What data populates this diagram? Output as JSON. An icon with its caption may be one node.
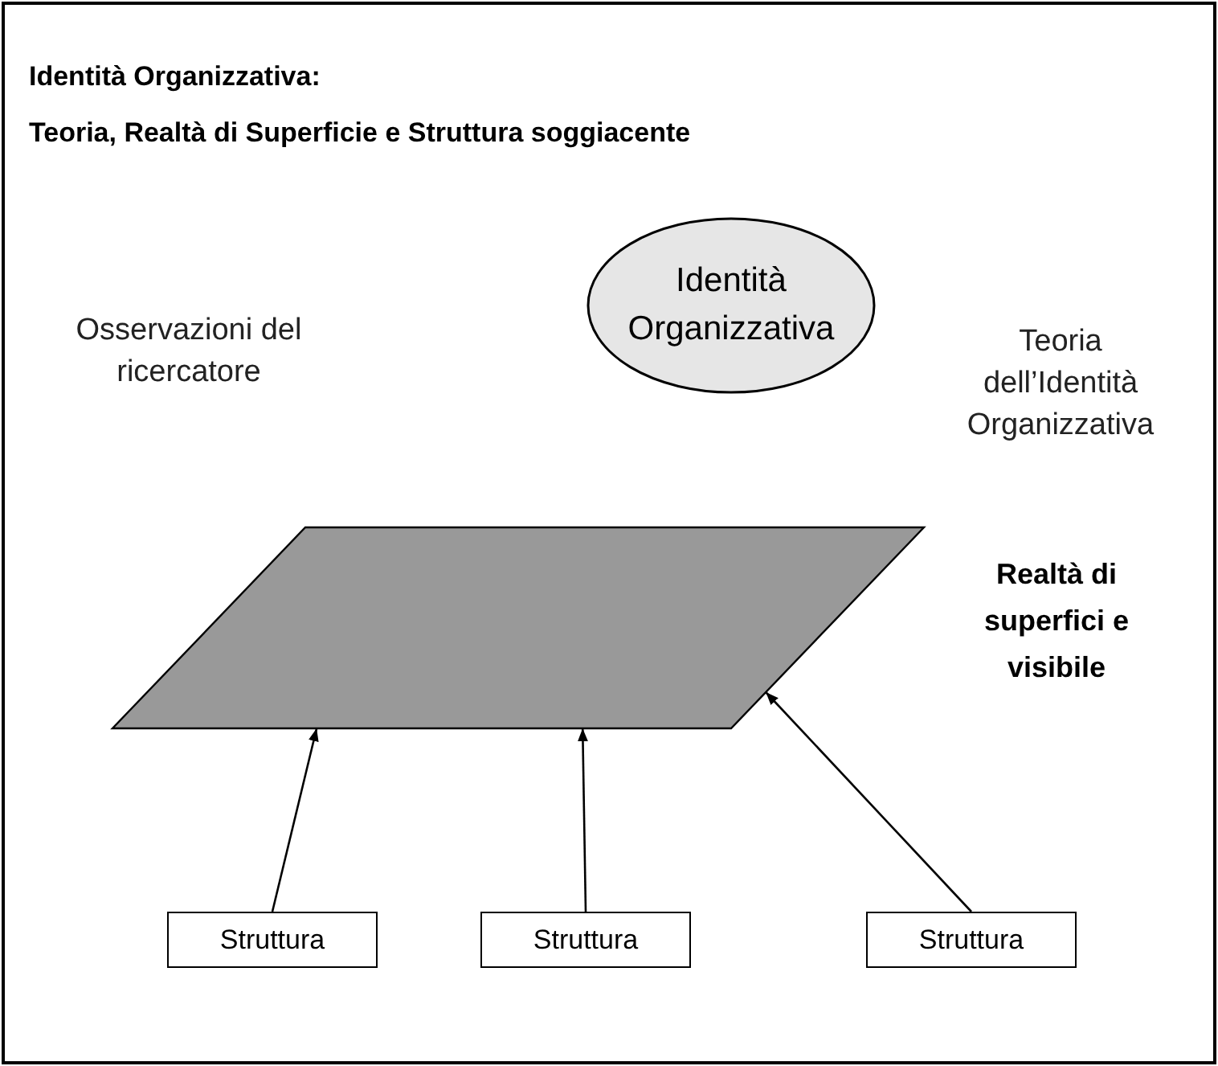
{
  "diagram": {
    "title": "Identità Organizzativa: Teoria, Realtà di Superficie e Struttura soggiacente",
    "nodes": [
      {
        "text": [
          "Identità Organizzativa"
        ]
      },
      {
        "text": [],
        "shape": "parallelogram",
        "beside": [
          "Realtà di superfici e visibile"
        ]
      },
      {
        "text": [
          "Struttura"
        ]
      },
      {
        "text": [
          "Struttura"
        ]
      },
      {
        "text": [
          "Struttura"
        ]
      }
    ],
    "edges": [
      {
        "from": 2,
        "to": 1,
        "arrow": "to"
      },
      {
        "from": 3,
        "to": 1,
        "arrow": "to"
      },
      {
        "from": 4,
        "to": 1,
        "arrow": "to"
      }
    ],
    "labels": [
      "Osservazioni del ricercatore",
      "Teoria dell’Identità Organizzativa"
    ]
  }
}
